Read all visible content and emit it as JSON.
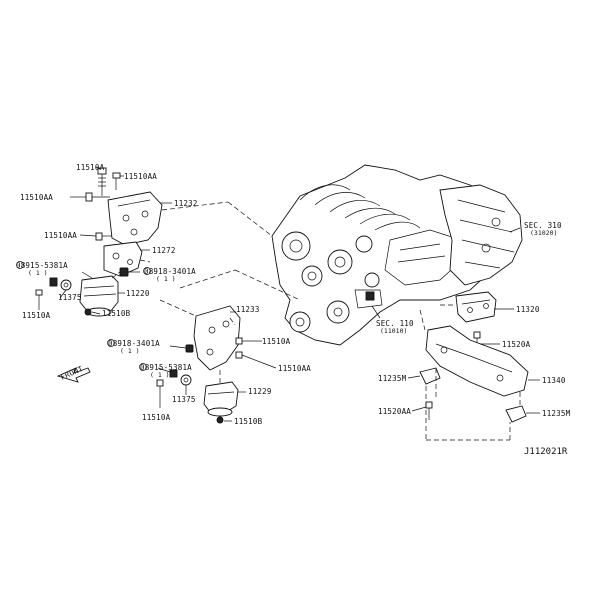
{
  "diagram": {
    "labels": {
      "p11510aa_top": "11510A",
      "p11510aa_a": "11510AA",
      "p11232": "11232",
      "p11510aa_left": "11510AA",
      "p11510aa_mid": "11510AA",
      "p11272": "11272",
      "n08915_a": "08915-5381A",
      "n08915_a_qty": "( 1 )",
      "n08918_a": "08918-3401A",
      "n08918_a_qty": "( 1 )",
      "p11375_a": "11375",
      "p11220": "11220",
      "p11510a_left": "11510A",
      "p11510b_a": "11510B",
      "p11233": "11233",
      "n08918_b": "08918-3401A",
      "n08918_b_qty": "( 1 )",
      "p11510a_right": "11510A",
      "n08915_b": "08915-5381A",
      "n08915_b_qty": "( 1 )",
      "p11510aa_right": "11510AA",
      "p11229": "11229",
      "p11375_b": "11375",
      "p11510a_bottom": "11510A",
      "p11510b_b": "11510B",
      "sec310": "SEC. 310",
      "sec310_sub": "(31020)",
      "sec110": "SEC. 110",
      "sec110_sub": "(11010)",
      "p11320": "11320",
      "p11520a": "11520A",
      "p11235m_a": "11235M",
      "p11340": "11340",
      "p11520aa": "11520AA",
      "p11235m_b": "11235M",
      "front": "FRONT",
      "diagram_id": "J112021R"
    }
  }
}
